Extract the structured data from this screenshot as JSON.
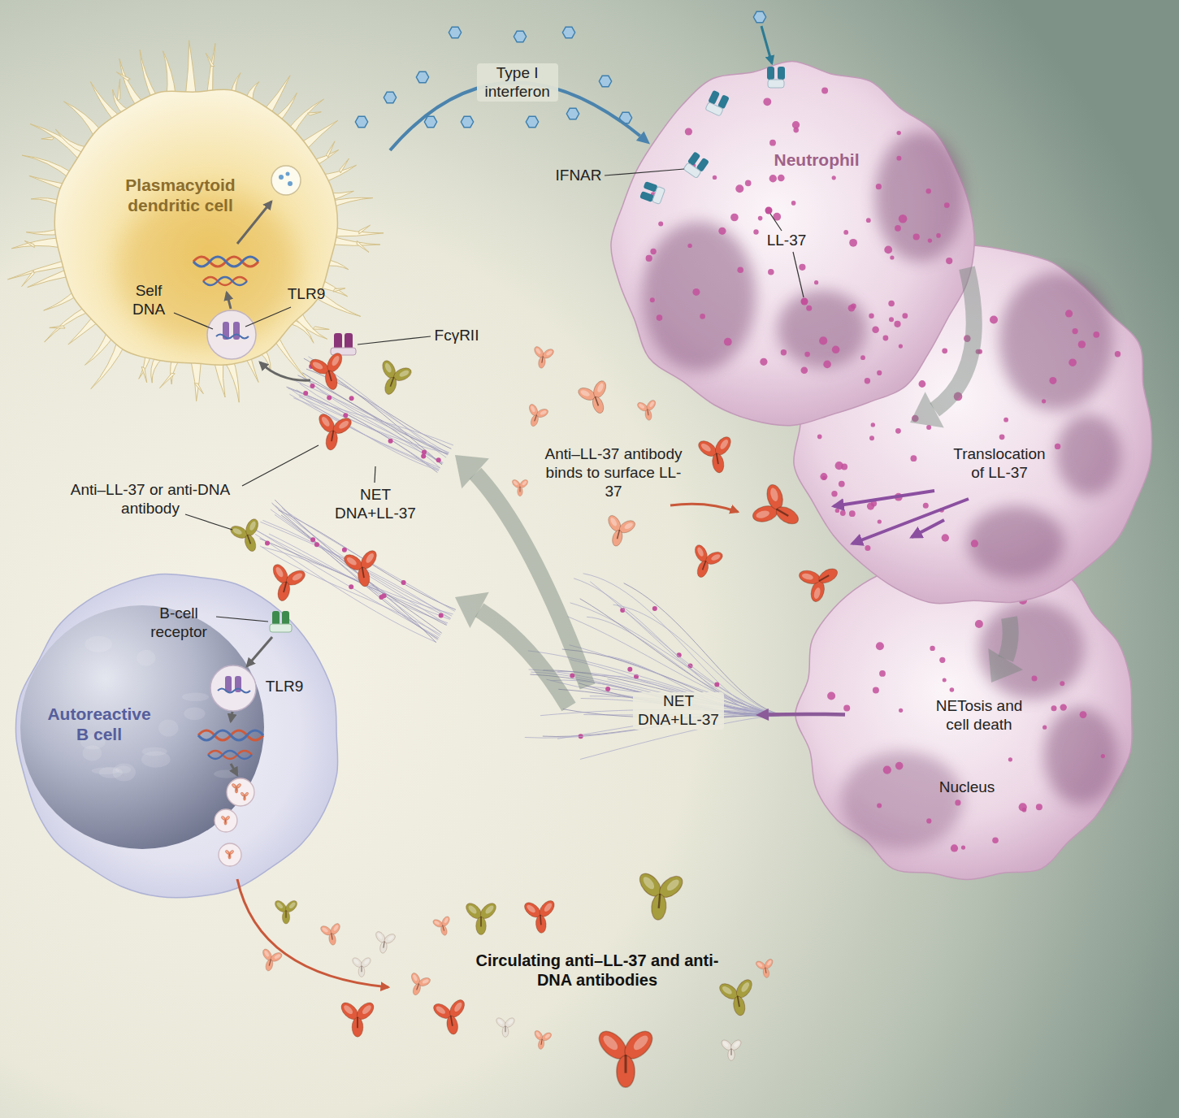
{
  "diagram": {
    "nodes": [
      {
        "text": [
          "Plasmacytoid dendritic cell"
        ]
      },
      {
        "text": [
          "Neutrophil"
        ]
      },
      {
        "text": [
          "NET DNA+LL-37"
        ]
      },
      {
        "text": [
          "Translocation of LL-37"
        ]
      },
      {
        "text": [
          "Autoreactive B cell"
        ]
      },
      {
        "text": [
          "NET DNA+LL-37"
        ]
      },
      {
        "text": [
          "NETosis and cell death",
          "Nucleus"
        ]
      }
    ],
    "edges": [
      {
        "from": 0,
        "to": 1,
        "label": "Type I interferon",
        "arrow": "to"
      },
      {
        "from": 1,
        "to": 3,
        "arrow": "to"
      },
      {
        "from": 3,
        "to": 6,
        "arrow": "to"
      },
      {
        "from": 6,
        "to": 5,
        "arrow": "to"
      },
      {
        "from": 5,
        "to": 2,
        "arrow": "to"
      },
      {
        "from": 5,
        "to": 2,
        "arrow": "to"
      }
    ],
    "labels": [
      "IFNAR",
      "LL-37",
      "Self DNA",
      "TLR9",
      "FcγRII",
      "Anti–LL-37 or anti-DNA antibody",
      "Anti–LL-37 antibody binds to surface LL-37",
      "B-cell receptor",
      "TLR9",
      "Circulating anti–LL-37 and anti-DNA antibodies"
    ]
  }
}
